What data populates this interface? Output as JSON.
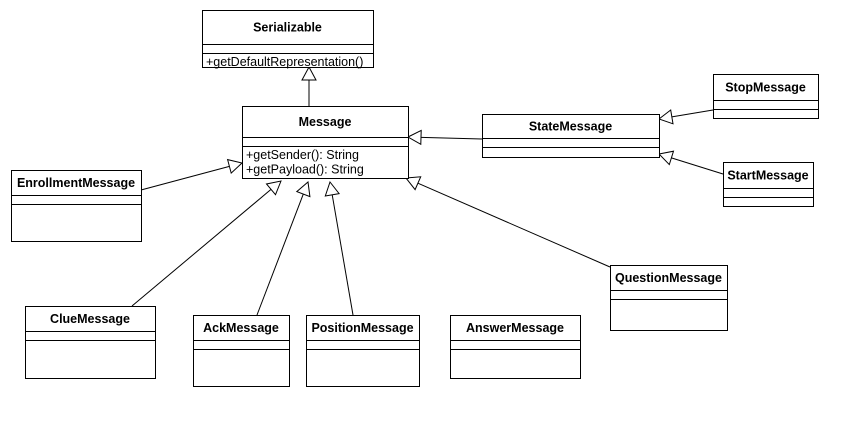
{
  "classes": {
    "serializable": {
      "name": "Serializable",
      "operations": [
        "+getDefaultRepresentation()"
      ]
    },
    "message": {
      "name": "Message",
      "operations": [
        "+getSender(): String",
        "+getPayload(): String"
      ]
    },
    "state_message": {
      "name": "StateMessage",
      "operations": []
    },
    "stop_message": {
      "name": "StopMessage",
      "operations": []
    },
    "start_message": {
      "name": "StartMessage",
      "operations": []
    },
    "enrollment_message": {
      "name": "EnrollmentMessage",
      "operations": []
    },
    "clue_message": {
      "name": "ClueMessage",
      "operations": []
    },
    "ack_message": {
      "name": "AckMessage",
      "operations": []
    },
    "position_message": {
      "name": "PositionMessage",
      "operations": []
    },
    "answer_message": {
      "name": "AnswerMessage",
      "operations": []
    },
    "question_message": {
      "name": "QuestionMessage",
      "operations": []
    }
  },
  "generalizations": [
    {
      "child": "message",
      "parent": "serializable"
    },
    {
      "child": "state_message",
      "parent": "message"
    },
    {
      "child": "stop_message",
      "parent": "state_message"
    },
    {
      "child": "start_message",
      "parent": "state_message"
    },
    {
      "child": "enrollment_message",
      "parent": "message"
    },
    {
      "child": "clue_message",
      "parent": "message"
    },
    {
      "child": "ack_message",
      "parent": "message"
    },
    {
      "child": "position_message",
      "parent": "message"
    },
    {
      "child": "question_message",
      "parent": "message"
    }
  ]
}
